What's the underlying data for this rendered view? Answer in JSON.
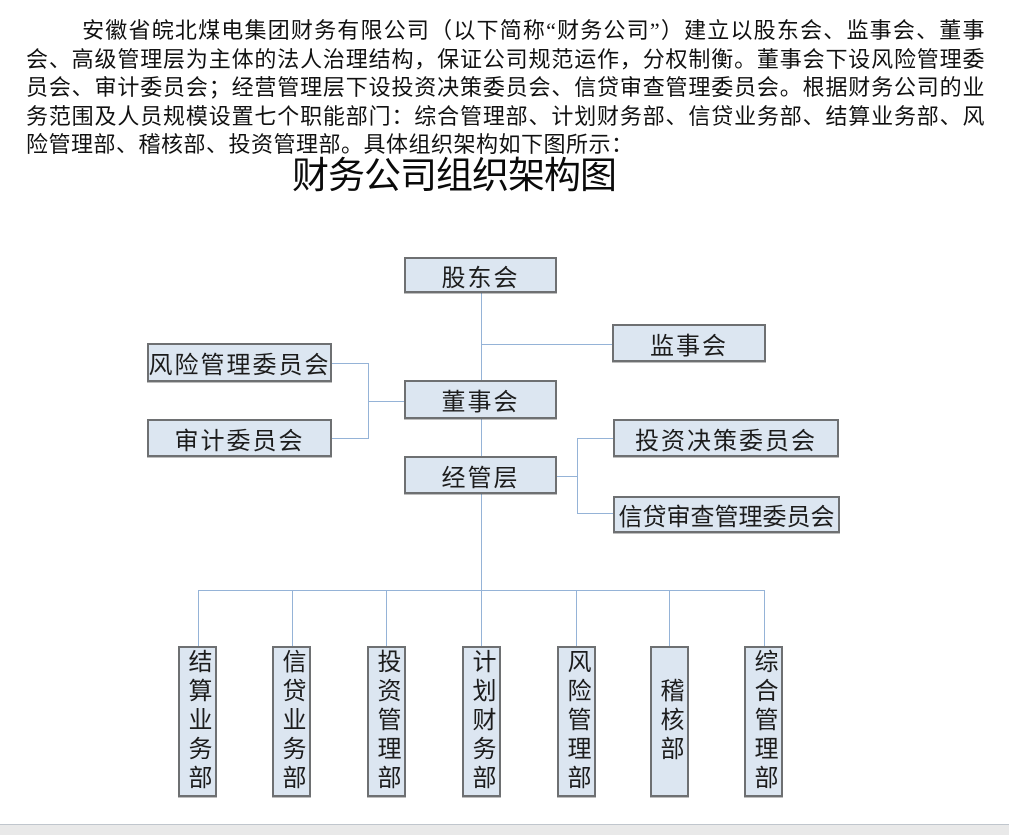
{
  "document": {
    "intro_paragraph": "安徽省皖北煤电集团财务有限公司（以下简称“财务公司”）建立以股东会、监事会、董事会、高级管理层为主体的法人治理结构，保证公司规范运作，分权制衡。董事会下设风险管理委员会、审计委员会；经营管理层下设投资决策委员会、信贷审查管理委员会。根据财务公司的业务范围及人员规模设置七个职能部门：综合管理部、计划财务部、信贷业务部、结算业务部、风险管理部、稽核部、投资管理部。具体组织架构如下图所示：",
    "chart_title": "财务公司组织架构图"
  },
  "org_chart": {
    "nodes": {
      "shareholders_meeting": "股东会",
      "supervisory_board": "监事会",
      "board_of_directors": "董事会",
      "risk_management_committee": "风险管理委员会",
      "audit_committee": "审计委员会",
      "management_layer": "经管层",
      "investment_decision_committee": "投资决策委员会",
      "credit_review_management_committee": "信贷审查管理委员会",
      "departments": [
        "结算业务部",
        "信贷业务部",
        "投资管理部",
        "计划财务部",
        "风险管理部",
        "稽核部",
        "综合管理部"
      ]
    },
    "colors": {
      "node_fill": "#dce6f1",
      "node_border": "#6e7072",
      "connector_line": "#95b3d7",
      "text": "#1c1c1c",
      "page_edge_strip": "#e9e9e9"
    }
  }
}
